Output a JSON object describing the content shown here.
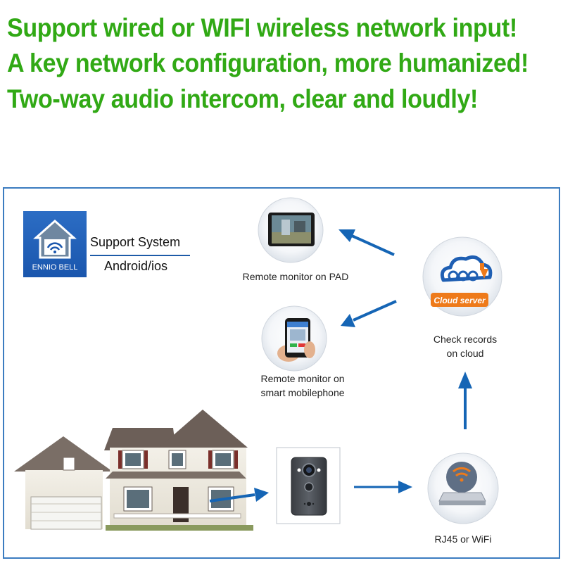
{
  "headlines": [
    "Support wired or WIFI wireless network input!",
    "A key network configuration, more humanized!",
    "Two-way audio intercom, clear and loudly!"
  ],
  "colors": {
    "headline_green": "#31a915",
    "frame_blue": "#3b7cc0",
    "arrow_blue": "#1565b5",
    "logo_blue": "#1a5cb3",
    "cloud_badge_orange": "#ee7a1a"
  },
  "app": {
    "logo_name": "ENNIO BELL",
    "support_title": "Support System",
    "support_platforms": "Android/ios"
  },
  "nodes": {
    "pad": {
      "label": "Remote monitor on PAD",
      "icon": "tablet-icon"
    },
    "phone": {
      "label_line1": "Remote monitor on",
      "label_line2": "smart mobilephone",
      "icon": "smartphone-icon"
    },
    "cloud": {
      "badge": "Cloud server",
      "label_line1": "Check records",
      "label_line2": "on cloud",
      "icon": "cloud-server-icon"
    },
    "router": {
      "label": "RJ45 or WiFi",
      "icon": "wifi-router-icon"
    },
    "doorbell": {
      "icon": "video-doorbell-icon"
    },
    "house": {
      "icon": "house-icon"
    }
  }
}
